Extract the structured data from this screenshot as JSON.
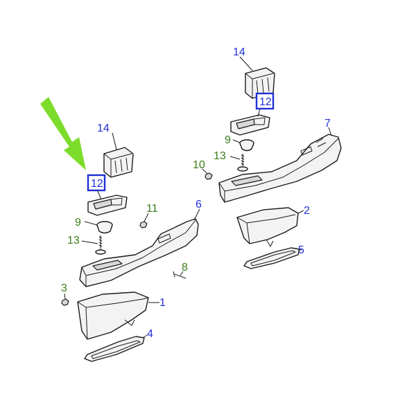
{
  "callouts": {
    "left_14": "14",
    "left_12": "12",
    "left_11": "11",
    "left_9": "9",
    "left_13": "13",
    "left_6": "6",
    "left_8": "8",
    "left_3": "3",
    "left_1": "1",
    "left_4": "4",
    "right_14": "14",
    "right_12": "12",
    "right_7": "7",
    "right_9": "9",
    "right_13": "13",
    "right_10": "10",
    "right_2": "2",
    "right_5": "5"
  },
  "colors": {
    "blue_label": "#1f2fd6",
    "green_label": "#3a7d1a",
    "arrow": "#7cdc2a",
    "line": "#1a1a1a"
  },
  "highlighted_part": "12",
  "pointer_arrow": "green-arrow"
}
